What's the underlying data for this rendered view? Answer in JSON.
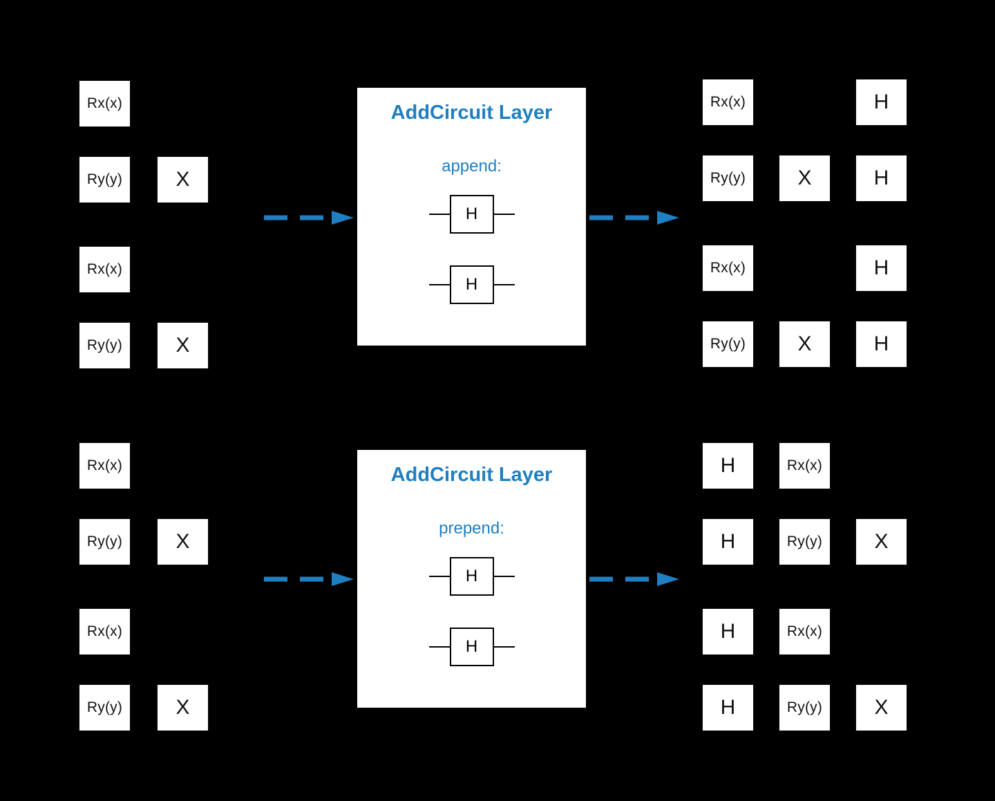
{
  "colors": {
    "background": "#000000",
    "accent_blue": "#1f7fc0",
    "panel_bg": "#ffffff",
    "gate_bg": "#ffffff",
    "gate_text": "#111111"
  },
  "sections": [
    {
      "id": "append",
      "panel": {
        "title": "AddCircuit Layer",
        "mode_label": "append:",
        "inner_gates": [
          {
            "label": "H"
          },
          {
            "label": "H"
          }
        ]
      },
      "left_circuit": {
        "rows": [
          {
            "c0": "Rx(x)"
          },
          {
            "c0": "Ry(y)",
            "c1": "X"
          },
          {
            "c0": "Rx(x)"
          },
          {
            "c0": "Ry(y)",
            "c1": "X"
          }
        ]
      },
      "right_circuit": {
        "rows": [
          {
            "c0": "Rx(x)",
            "c2": "H"
          },
          {
            "c0": "Ry(y)",
            "c1": "X",
            "c2": "H"
          },
          {
            "c0": "Rx(x)",
            "c2": "H"
          },
          {
            "c0": "Ry(y)",
            "c1": "X",
            "c2": "H"
          }
        ]
      }
    },
    {
      "id": "prepend",
      "panel": {
        "title": "AddCircuit Layer",
        "mode_label": "prepend:",
        "inner_gates": [
          {
            "label": "H"
          },
          {
            "label": "H"
          }
        ]
      },
      "left_circuit": {
        "rows": [
          {
            "c0": "Rx(x)"
          },
          {
            "c0": "Ry(y)",
            "c1": "X"
          },
          {
            "c0": "Rx(x)"
          },
          {
            "c0": "Ry(y)",
            "c1": "X"
          }
        ]
      },
      "right_circuit": {
        "rows": [
          {
            "c0": "H",
            "c1": "Rx(x)"
          },
          {
            "c0": "H",
            "c1": "Ry(y)",
            "c2": "X"
          },
          {
            "c0": "H",
            "c1": "Rx(x)"
          },
          {
            "c0": "H",
            "c1": "Ry(y)",
            "c2": "X"
          }
        ]
      }
    }
  ]
}
